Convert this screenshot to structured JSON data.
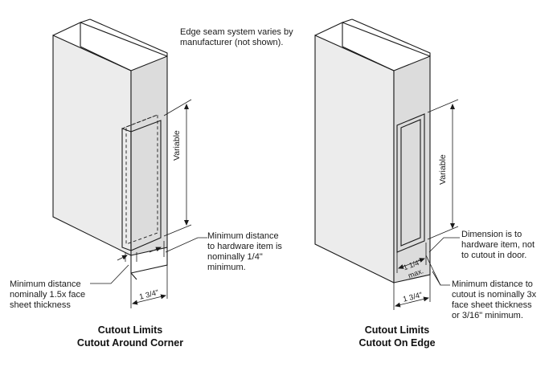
{
  "notes": {
    "edge_seam": [
      "Edge seam system varies by",
      "manufacturer (not shown)."
    ]
  },
  "left_figure": {
    "caption_line1": "Cutout Limits",
    "caption_line2": "Cutout Around Corner",
    "variable_label": "Variable",
    "dimension_label": "1 3/4\"",
    "callout_min_distance_hardware": [
      "Minimum distance",
      "to hardware item is",
      "nominally 1/4\"",
      "minimum."
    ],
    "callout_min_distance_face": [
      "Minimum distance",
      "nominally 1.5x face",
      "sheet thickness"
    ]
  },
  "right_figure": {
    "caption_line1": "Cutout Limits",
    "caption_line2": "Cutout On Edge",
    "variable_label": "Variable",
    "dimension_label": "1 3/4\"",
    "max_dimension_label": "1 1/4\"",
    "max_label": "max.",
    "callout_dimension_to_hardware": [
      "Dimension is to",
      "hardware item, not",
      "to cutout in door."
    ],
    "callout_min_distance_cutout": [
      "Minimum distance to",
      "cutout is nominally 3x",
      "face sheet thickness",
      "or 3/16\" minimum."
    ]
  }
}
